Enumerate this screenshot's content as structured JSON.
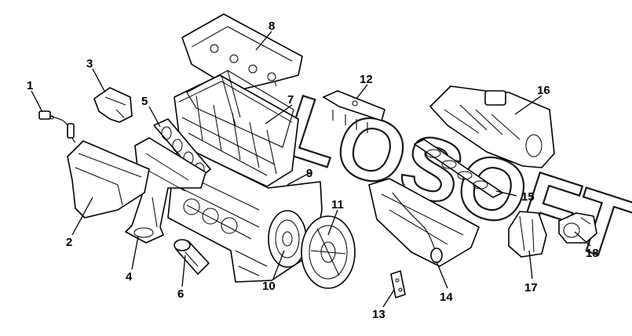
{
  "callouts": [
    {
      "id": "1",
      "label": "1"
    },
    {
      "id": "2",
      "label": "2"
    },
    {
      "id": "3",
      "label": "3"
    },
    {
      "id": "4",
      "label": "4"
    },
    {
      "id": "5",
      "label": "5"
    },
    {
      "id": "6",
      "label": "6"
    },
    {
      "id": "7",
      "label": "7"
    },
    {
      "id": "8",
      "label": "8"
    },
    {
      "id": "9",
      "label": "9"
    },
    {
      "id": "10",
      "label": "10"
    },
    {
      "id": "11",
      "label": "11"
    },
    {
      "id": "12",
      "label": "12"
    },
    {
      "id": "13",
      "label": "13"
    },
    {
      "id": "14",
      "label": "14"
    },
    {
      "id": "15",
      "label": "15"
    },
    {
      "id": "16",
      "label": "16"
    },
    {
      "id": "17",
      "label": "17"
    },
    {
      "id": "18",
      "label": "18"
    }
  ],
  "watermark": {
    "text": "LOSOFT"
  }
}
